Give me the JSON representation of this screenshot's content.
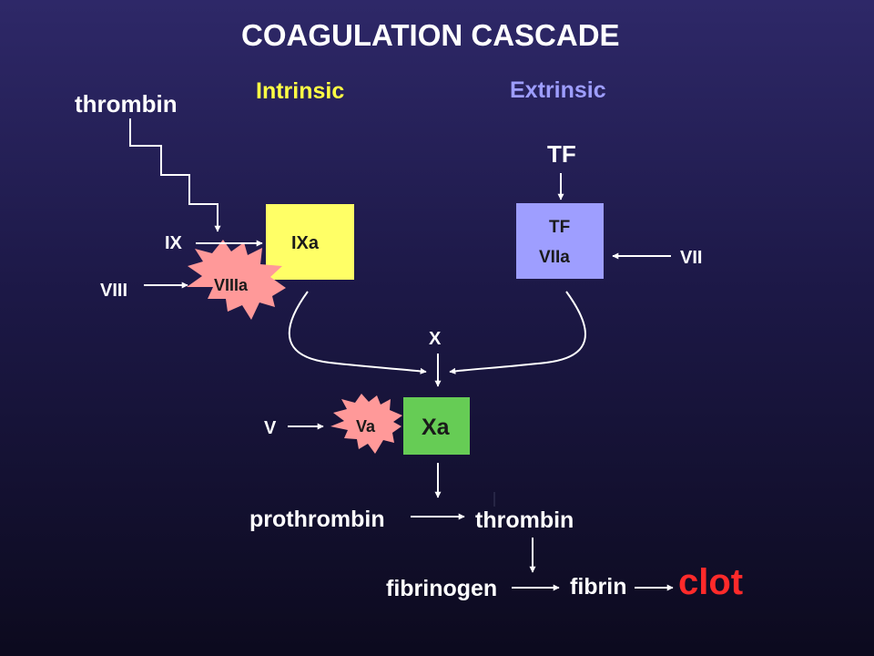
{
  "title": "COAGULATION CASCADE",
  "pathways": {
    "intrinsic": "Intrinsic",
    "extrinsic": "Extrinsic"
  },
  "colors": {
    "intrinsic": "#ffff44",
    "extrinsic": "#9e9eff",
    "ixa_box": "#ffff66",
    "tf_box": "#9e9eff",
    "xa_box": "#66cc55",
    "star": "#ff9999",
    "clot": "#ff2a2a"
  },
  "labels": {
    "thrombin_top": "thrombin",
    "tf": "TF",
    "ix": "IX",
    "ixa": "IXa",
    "tf_viia_line1": "TF",
    "tf_viia_line2": "VIIa",
    "vii": "VII",
    "viii": "VIII",
    "viiia": "VIIIa",
    "x": "X",
    "v": "V",
    "va": "Va",
    "xa": "Xa",
    "prothrombin": "prothrombin",
    "thrombin_bottom": "thrombin",
    "fibrinogen": "fibrinogen",
    "fibrin": "fibrin",
    "clot": "clot"
  }
}
